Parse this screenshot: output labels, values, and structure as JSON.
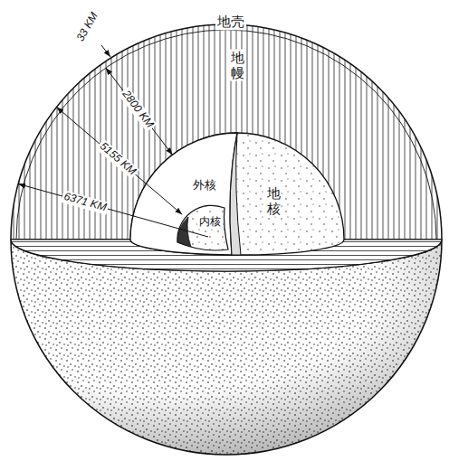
{
  "diagram": {
    "labels": [
      "地壳",
      "33 KM",
      "地幔",
      "2800 KM",
      "5155 KM",
      "外核",
      "地核",
      "6371 KM",
      "内核"
    ]
  }
}
